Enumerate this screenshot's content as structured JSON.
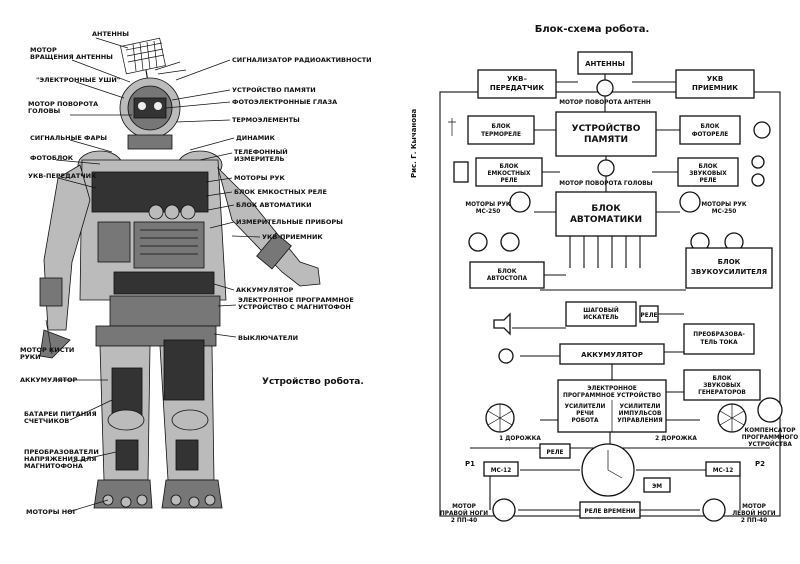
{
  "left": {
    "caption": "Устройство робота.",
    "labels": {
      "antenna": "АНТЕННЫ",
      "motor_antenna": "МОТОР ВРАЩЕНИЯ АНТЕННЫ",
      "el_eyes": "\"ЭЛЕКТРОННЫЕ УШИ\"",
      "motor_head": "МОТОР ПОВОРОТА ГОЛОВЫ",
      "lights": "СИГНАЛЬНЫЕ ФАРЫ",
      "photoblock": "ФОТОБЛОК",
      "ukv_tx": "УКВ-ПЕРЕДАТЧИК",
      "motor_hand": "МОТОР КИСТИ РУКИ",
      "battery": "АККУМУЛЯТОР",
      "bat_supply": "БАТАРЕИ ПИТАНИЯ СЧЕТЧИКОВ",
      "converters": "ПРЕОБРАЗОВАТЕЛИ НАПРЯЖЕНИЯ ДЛЯ МАГНИТОФОНА",
      "leg_motors": "МОТОРЫ НОГ",
      "radioactivity": "СИГНАЛИЗАТОР РАДИОАКТИВНОСТИ",
      "memory": "УСТРОЙСТВО ПАМЯТИ",
      "photo_eyes": "ФОТОЭЛЕКТРОННЫЕ ГЛАЗА",
      "thermo": "ТЕРМОЭЛЕМЕНТЫ",
      "speaker": "ДИНАМИК",
      "tele_meter": "ТЕЛЕФОННЫЙ ИЗМЕРИТЕЛЬ",
      "arm_motors": "МОТОРЫ РУК",
      "cap_relay": "БЛОК ЕМКОСТНЫХ РЕЛЕ",
      "automation": "БЛОК АВТОМАТИКИ",
      "meters": "ИЗМЕРИТЕЛЬНЫЕ ПРИБОРЫ",
      "ukv_rx": "УКВ-ПРИЕМНИК",
      "accumulator": "АККУМУЛЯТОР",
      "programmer": "ЭЛЕКТРОННОЕ ПРОГРАММНОЕ УСТРОЙСТВО С МАГНИТОФОН",
      "switch": "ВЫКЛЮЧАТЕЛИ"
    }
  },
  "credit": "Рис. Г. Кычанова",
  "right": {
    "title": "Блок-схема робота.",
    "blocks": {
      "ukv_tx": "УКВ-ПЕРЕДАТЧИК",
      "antennas": "АНТЕННЫ",
      "ukv_rx": "УКВ-ПРИЕМНИК",
      "motor_antenna": "МОТОР ПОВОРОТА АНТЕНН",
      "thermorelay": "БЛОК ТЕРМОРЕЛЕ",
      "memory": "УСТРОЙСТВО ПАМЯТИ",
      "photorelay": "БЛОК ФОТОРЕЛЕ",
      "cap_relay": "БЛОК ЕМКОСТНЫХ РЕЛЕ",
      "motor_head": "МОТОР ПОВОРОТА ГОЛОВЫ",
      "sound_relay": "БЛОК ЗВУКОВЫХ РЕЛЕ",
      "arm_motors_l": "МОТОРЫ РУК МС-250",
      "automation": "БЛОК АВТОМАТИКИ",
      "arm_motors_r": "МОТОРЫ РУК МС-250",
      "autostop": "БЛОК АВТОСТОПА",
      "sound_amp": "БЛОК ЗВУКОУСИЛИТЕЛЯ",
      "step_finder": "ШАГОВЫЙ ИСКАТЕЛЬ",
      "relay": "РЕЛЕ",
      "current_conv": "ПРЕОБРАЗОВАТЕЛЬ ТОКА",
      "accumulator": "АККУМУЛЯТОР",
      "sound_gen": "БЛОК ЗВУКОВЫХ ГЕНЕРАТОРОВ",
      "programmer": "ЭЛЕКТРОННОЕ ПРОГРАММНОЕ УСТРОЙСТВО",
      "amp_left": "УСИЛИТЕЛИ РЕЧИ РОБОТА",
      "amp_right": "УСИЛИТЕЛИ ИМПУЛЬСОВ УПРАВЛЕНИЯ",
      "track_l": "1 ДОРОЖКА",
      "track_r": "2 ДОРОЖКА",
      "relay_main": "РЕЛЕ",
      "em": "ЭМ",
      "relay_time": "РЕЛЕ ВРЕМЕНИ",
      "prog_comp": "КОМПЕНСАТОР ПРОГРАММНОГО УСТРОЙСТВА",
      "r1": "МС-12",
      "r2": "МС-12",
      "motor_right_leg": "МОТОР ПРАВОЙ НОГИ 2 ПП-40",
      "motor_left_leg": "МОТОР ЛЕВОЙ НОГИ 2 ПП-40",
      "p1": "Р1",
      "p2": "Р2"
    }
  }
}
